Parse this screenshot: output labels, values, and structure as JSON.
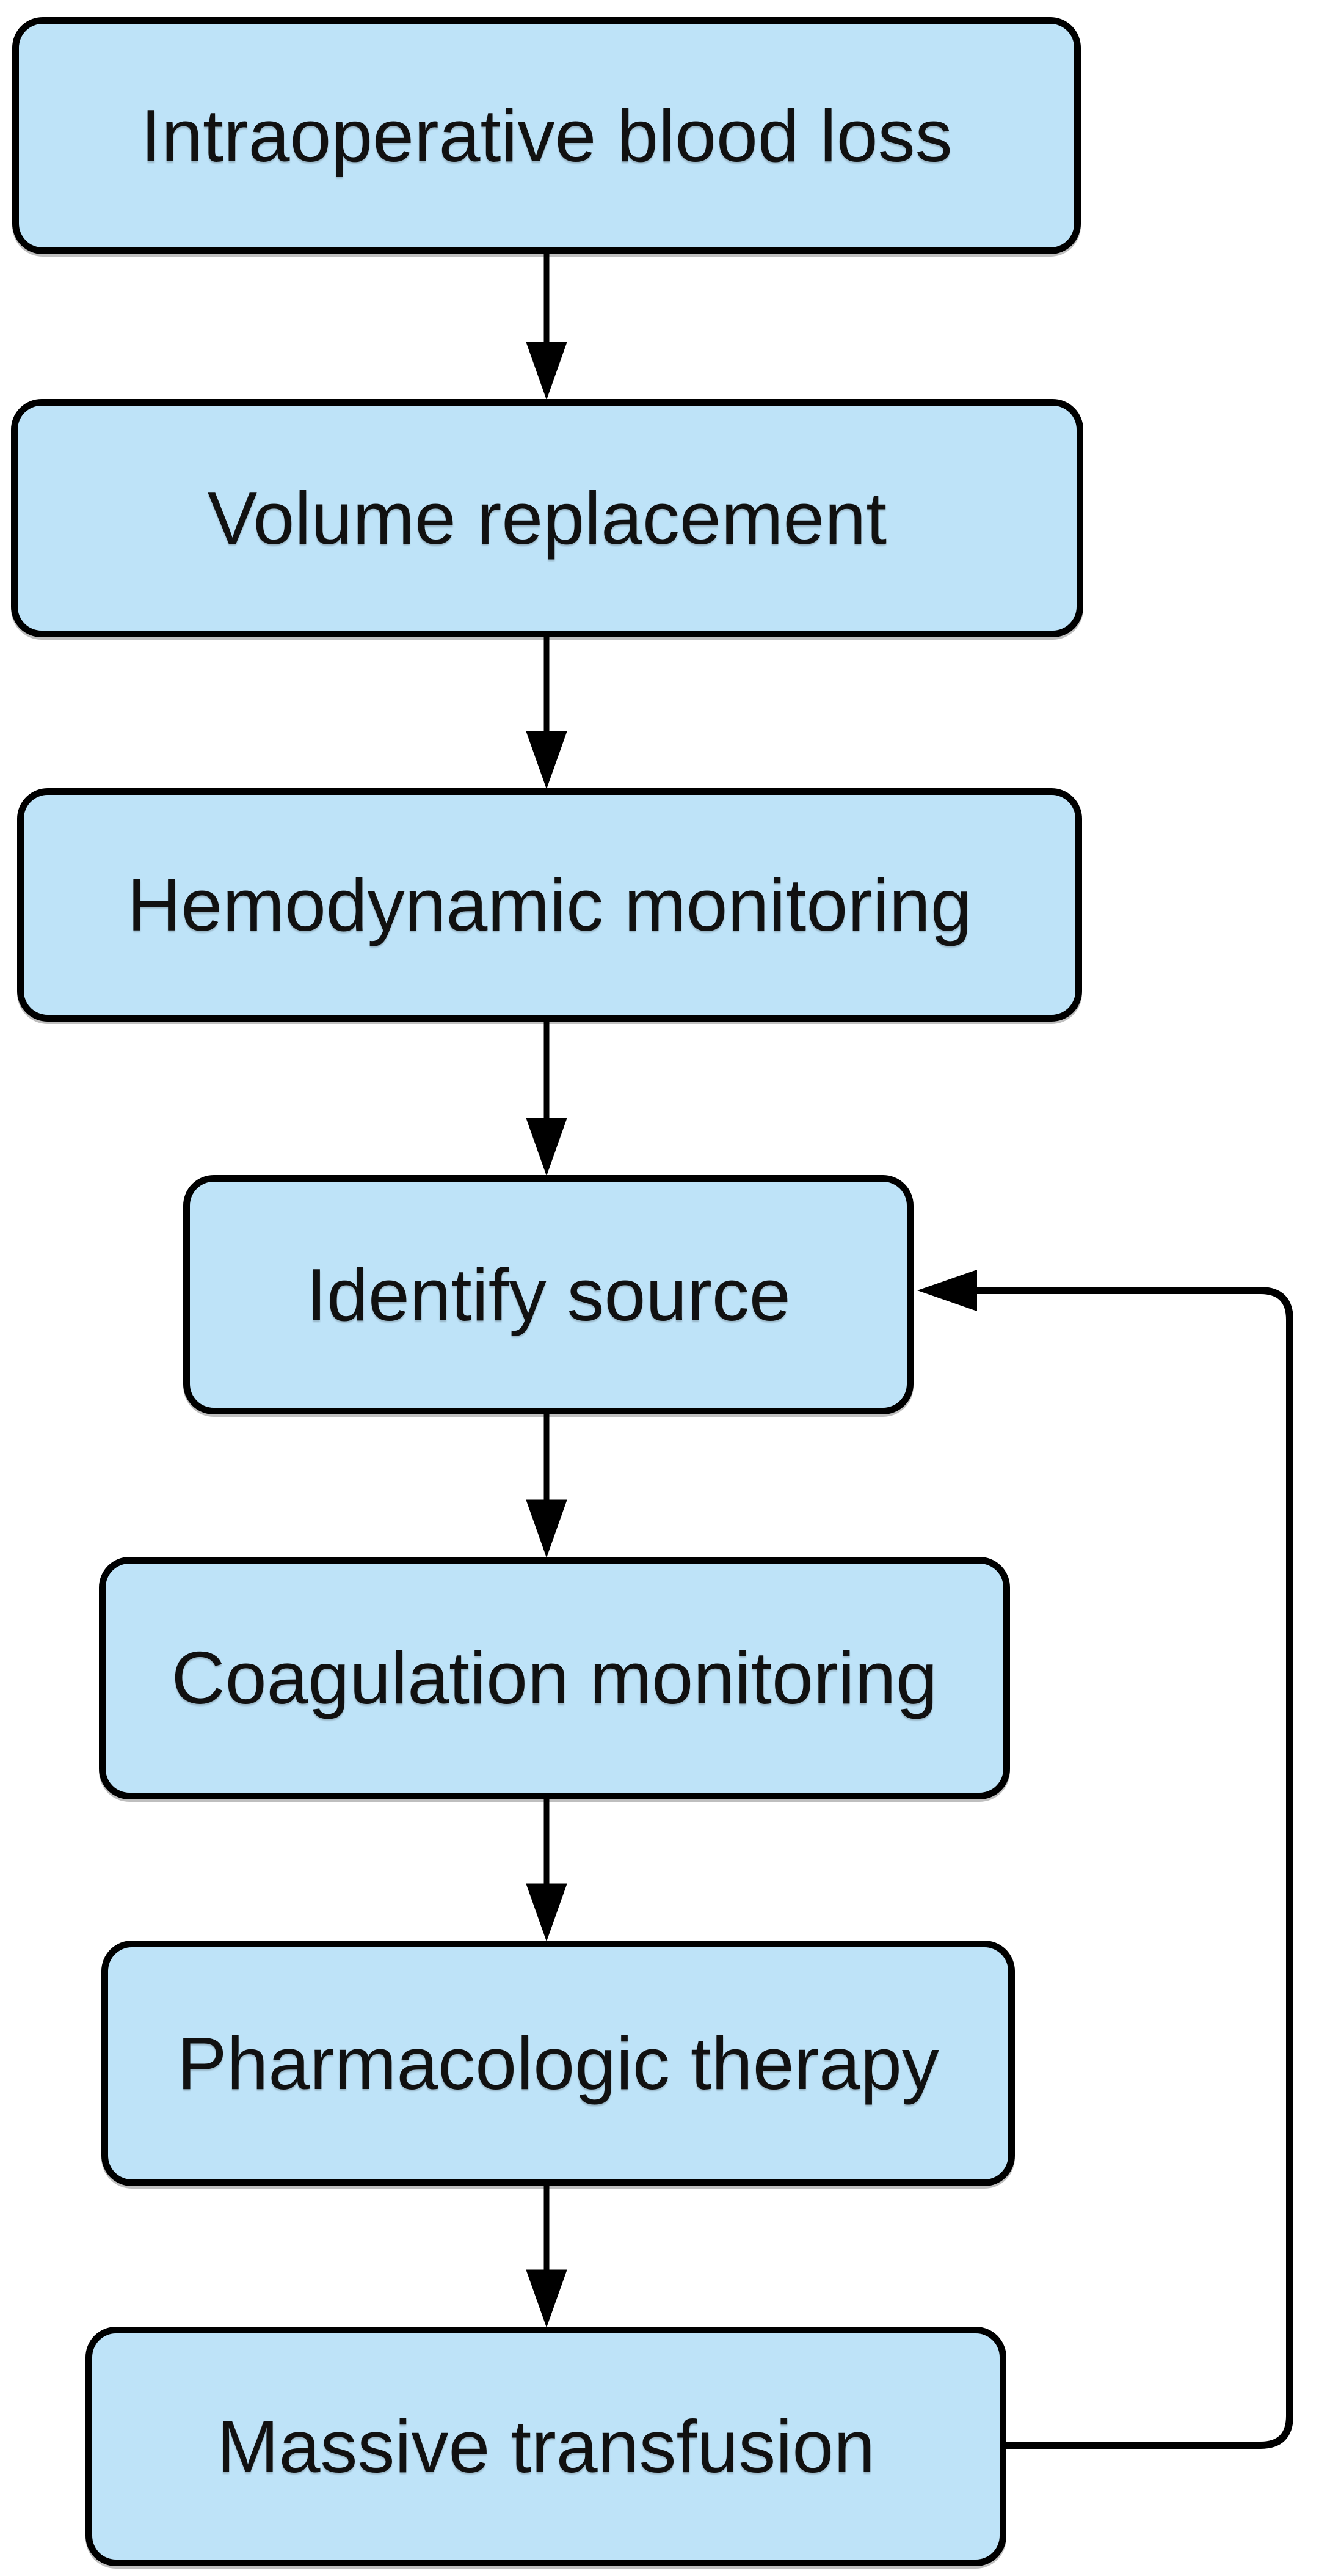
{
  "diagram": {
    "type": "flowchart",
    "nodes": [
      {
        "id": "intraoperative-blood-loss",
        "label": "Intraoperative blood loss"
      },
      {
        "id": "volume-replacement",
        "label": "Volume replacement"
      },
      {
        "id": "hemodynamic-monitoring",
        "label": "Hemodynamic monitoring"
      },
      {
        "id": "identify-source",
        "label": "Identify source"
      },
      {
        "id": "coagulation-monitoring",
        "label": "Coagulation monitoring"
      },
      {
        "id": "pharmacologic-therapy",
        "label": "Pharmacologic therapy"
      },
      {
        "id": "massive-transfusion",
        "label": "Massive transfusion"
      }
    ],
    "edges": [
      {
        "from": "intraoperative-blood-loss",
        "to": "volume-replacement",
        "style": "straight-down"
      },
      {
        "from": "volume-replacement",
        "to": "hemodynamic-monitoring",
        "style": "straight-down"
      },
      {
        "from": "hemodynamic-monitoring",
        "to": "identify-source",
        "style": "straight-down"
      },
      {
        "from": "identify-source",
        "to": "coagulation-monitoring",
        "style": "straight-down"
      },
      {
        "from": "coagulation-monitoring",
        "to": "pharmacologic-therapy",
        "style": "straight-down"
      },
      {
        "from": "pharmacologic-therapy",
        "to": "massive-transfusion",
        "style": "straight-down"
      },
      {
        "from": "massive-transfusion",
        "to": "identify-source",
        "style": "feedback-loop-right"
      }
    ],
    "colors": {
      "node_fill": "#bee3f8",
      "node_border": "#000000",
      "arrow": "#000000",
      "background": "#ffffff"
    }
  }
}
